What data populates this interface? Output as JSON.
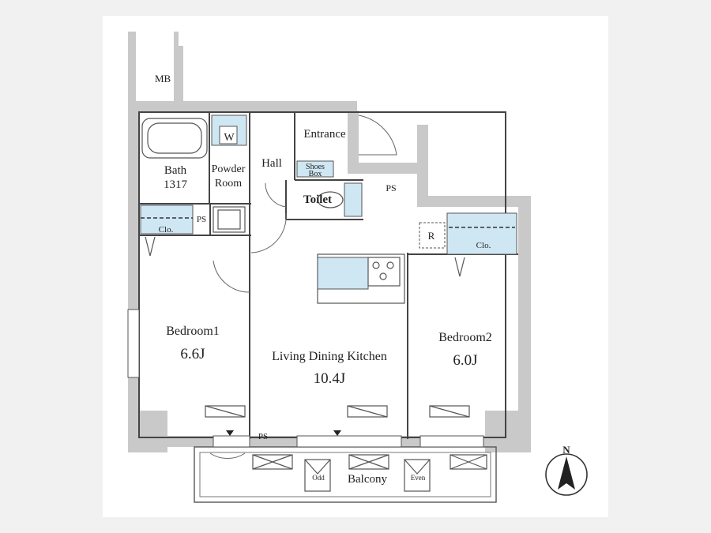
{
  "rooms": {
    "mb": "MB",
    "bath": "Bath",
    "bath_size": "1317",
    "powder_room_line1": "Powder",
    "powder_room_line2": "Room",
    "washer": "W",
    "hall": "Hall",
    "entrance": "Entrance",
    "shoes_box_line1": "Shoes",
    "shoes_box_line2": "Box",
    "toilet": "Toilet",
    "ps_top": "PS",
    "ps_left": "PS",
    "ps_bottom": "PS",
    "refrigerator": "R",
    "closet_left": "Clo.",
    "closet_right": "Clo.",
    "bedroom1": "Bedroom1",
    "bedroom1_size": "6.6J",
    "ldk": "Living Dining Kitchen",
    "ldk_size": "10.4J",
    "bedroom2": "Bedroom2",
    "bedroom2_size": "6.0J",
    "balcony": "Balcony",
    "odd": "Odd",
    "even": "Even"
  },
  "compass": {
    "north": "N"
  },
  "colors": {
    "background": "#f1f1f1",
    "paper": "#ffffff",
    "wall": "#c9c9c9",
    "fixture_blue": "#cfe7f3"
  }
}
